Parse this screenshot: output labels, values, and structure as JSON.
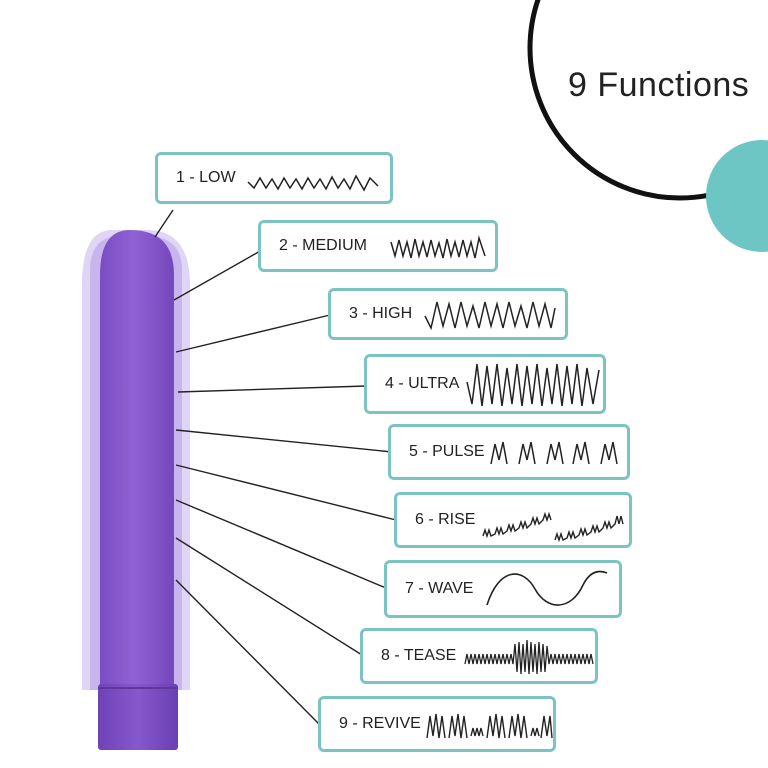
{
  "title": "9 Functions",
  "colors": {
    "accent_teal": "#6ec6c4",
    "box_border": "#7cc4c2",
    "product_purple": "#8b5fcf",
    "text": "#222222"
  },
  "functions": [
    {
      "label": "1 - LOW",
      "pattern": "low-zigzag-wave-icon"
    },
    {
      "label": "2 - MEDIUM",
      "pattern": "medium-zigzag-wave-icon"
    },
    {
      "label": "3 - HIGH",
      "pattern": "high-zigzag-wave-icon"
    },
    {
      "label": "4 - ULTRA",
      "pattern": "ultra-zigzag-wave-icon"
    },
    {
      "label": "5 - PULSE",
      "pattern": "pulse-wave-icon"
    },
    {
      "label": "6 - RISE",
      "pattern": "rise-wave-icon"
    },
    {
      "label": "7 - WAVE",
      "pattern": "sine-wave-icon"
    },
    {
      "label": "8 - TEASE",
      "pattern": "tease-wave-icon"
    },
    {
      "label": "9 - REVIVE",
      "pattern": "revive-wave-icon"
    }
  ]
}
